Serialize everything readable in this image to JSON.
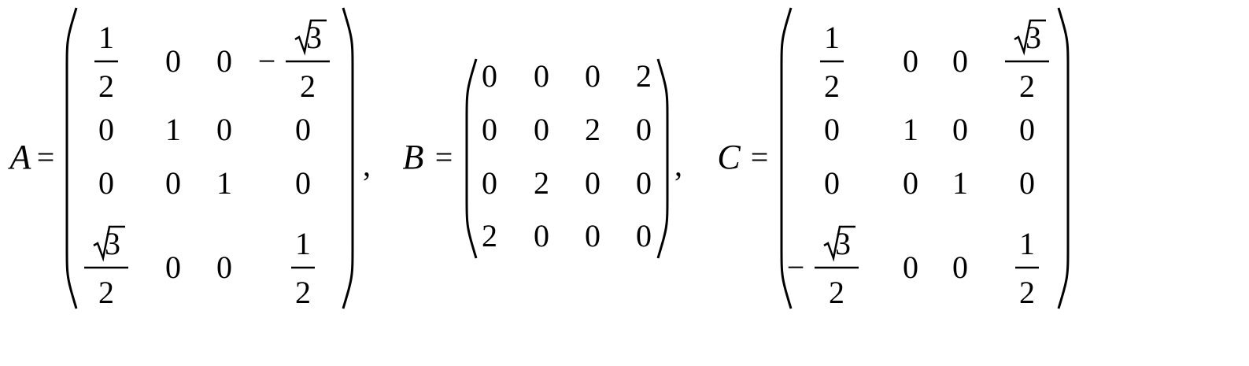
{
  "equation": {
    "matrices": [
      {
        "name": "A",
        "equals": "=",
        "separator": ",",
        "rows": [
          [
            {
              "type": "frac",
              "num": "1",
              "den": "2"
            },
            {
              "type": "num",
              "text": "0"
            },
            {
              "type": "num",
              "text": "0"
            },
            {
              "type": "frac",
              "sign": "−",
              "num": "√3",
              "den": "2"
            }
          ],
          [
            {
              "type": "num",
              "text": "0"
            },
            {
              "type": "num",
              "text": "1"
            },
            {
              "type": "num",
              "text": "0"
            },
            {
              "type": "num",
              "text": "0"
            }
          ],
          [
            {
              "type": "num",
              "text": "0"
            },
            {
              "type": "num",
              "text": "0"
            },
            {
              "type": "num",
              "text": "1"
            },
            {
              "type": "num",
              "text": "0"
            }
          ],
          [
            {
              "type": "frac",
              "num": "√3",
              "den": "2"
            },
            {
              "type": "num",
              "text": "0"
            },
            {
              "type": "num",
              "text": "0"
            },
            {
              "type": "frac",
              "num": "1",
              "den": "2"
            }
          ]
        ]
      },
      {
        "name": "B",
        "equals": "=",
        "separator": ",",
        "rows": [
          [
            {
              "type": "num",
              "text": "0"
            },
            {
              "type": "num",
              "text": "0"
            },
            {
              "type": "num",
              "text": "0"
            },
            {
              "type": "num",
              "text": "2"
            }
          ],
          [
            {
              "type": "num",
              "text": "0"
            },
            {
              "type": "num",
              "text": "0"
            },
            {
              "type": "num",
              "text": "2"
            },
            {
              "type": "num",
              "text": "0"
            }
          ],
          [
            {
              "type": "num",
              "text": "0"
            },
            {
              "type": "num",
              "text": "2"
            },
            {
              "type": "num",
              "text": "0"
            },
            {
              "type": "num",
              "text": "0"
            }
          ],
          [
            {
              "type": "num",
              "text": "2"
            },
            {
              "type": "num",
              "text": "0"
            },
            {
              "type": "num",
              "text": "0"
            },
            {
              "type": "num",
              "text": "0"
            }
          ]
        ]
      },
      {
        "name": "C",
        "equals": "=",
        "separator": "",
        "rows": [
          [
            {
              "type": "frac",
              "num": "1",
              "den": "2"
            },
            {
              "type": "num",
              "text": "0"
            },
            {
              "type": "num",
              "text": "0"
            },
            {
              "type": "frac",
              "num": "√3",
              "den": "2"
            }
          ],
          [
            {
              "type": "num",
              "text": "0"
            },
            {
              "type": "num",
              "text": "1"
            },
            {
              "type": "num",
              "text": "0"
            },
            {
              "type": "num",
              "text": "0"
            }
          ],
          [
            {
              "type": "num",
              "text": "0"
            },
            {
              "type": "num",
              "text": "0"
            },
            {
              "type": "num",
              "text": "1"
            },
            {
              "type": "num",
              "text": "0"
            }
          ],
          [
            {
              "type": "frac",
              "sign": "−",
              "num": "√3",
              "den": "2"
            },
            {
              "type": "num",
              "text": "0"
            },
            {
              "type": "num",
              "text": "0"
            },
            {
              "type": "frac",
              "num": "1",
              "den": "2"
            }
          ]
        ]
      }
    ]
  }
}
